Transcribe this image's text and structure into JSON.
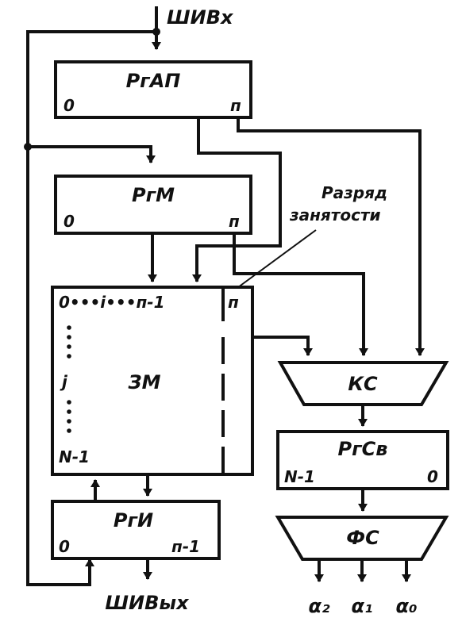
{
  "diagram": {
    "input_bus": "ШИВх",
    "output_bus": "ШИВых",
    "rgap": {
      "name": "РгАП",
      "left": "0",
      "right": "п"
    },
    "rgm": {
      "name": "РгМ",
      "left": "0",
      "right": "п"
    },
    "busy_bit": {
      "line1": "Разряд",
      "line2": "занятости"
    },
    "memory": {
      "name": "ЗМ",
      "top_row": "0•••i•••п-1",
      "top_right": "п",
      "col_j": "j",
      "bottom_left": "N-1"
    },
    "ks": {
      "name": "КС"
    },
    "rgsv": {
      "name": "РгСв",
      "left": "N-1",
      "right": "0"
    },
    "fs": {
      "name": "ФС"
    },
    "rgi": {
      "name": "РгИ",
      "left": "0",
      "right": "п-1"
    },
    "outputs": [
      "α₂",
      "α₁",
      "α₀"
    ]
  }
}
